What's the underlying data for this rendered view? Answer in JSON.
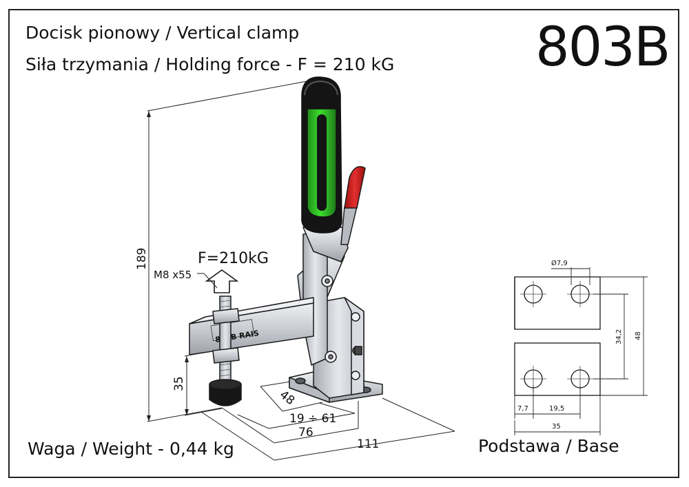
{
  "header": {
    "title_line1": "Docisk pionowy / Vertical clamp",
    "title_line2": "Siła trzymania / Holding force - F = 210 kG",
    "model": "803B"
  },
  "footer": {
    "weight": "Waga / Weight - 0,44 kg",
    "base_caption": "Podstawa / Base"
  },
  "clamp_drawing": {
    "force_label": "F=210kG",
    "spindle_label": "M8 x55",
    "engraving": "803B RAIS",
    "dim_height": "189",
    "dim_spindle_height": "35",
    "dim_base_depth": "48",
    "dim_range": "19 ÷ 61",
    "dim_76": "76",
    "dim_111": "111"
  },
  "base_drawing": {
    "dim_hole": "Ø7,9",
    "dim_hole_spacing_v": "34,2",
    "dim_height": "48",
    "dim_edge": "7,7",
    "dim_hole_spacing_h": "19,5",
    "dim_width": "35"
  },
  "colors": {
    "handle_green": "#3ddc2f",
    "handle_black": "#141414",
    "lever_red": "#d81c1c",
    "metal": "#c9ccd1"
  }
}
